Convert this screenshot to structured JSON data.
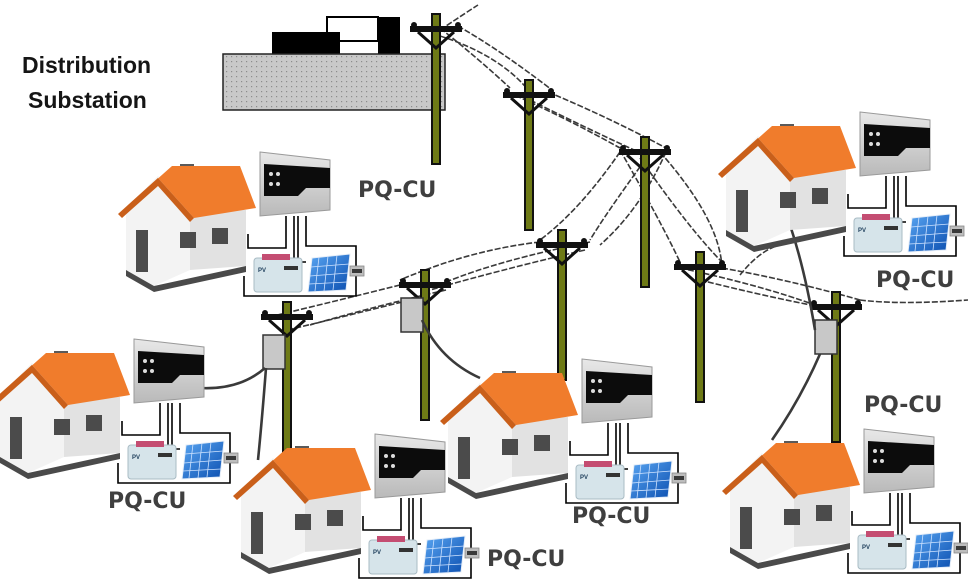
{
  "diagram": {
    "title_line1": "Distribution",
    "title_line2": "Substation",
    "unit_label": "PQ-CU",
    "colors": {
      "roof": "#f07c2c",
      "roof_shadow": "#c95f1a",
      "house_wall": "#f2f2f2",
      "house_side": "#dcdcdc",
      "window": "#4b4b4b",
      "pole": "#6e7a16",
      "pole_outline": "#111111",
      "substation": "#c9c9c9",
      "inverter_body": "#d9d9d9",
      "inverter_panel": "#0c0c0c",
      "battery": "#d6e4ea",
      "solar": "#1f6fd1",
      "transformer": "#c8c8c8",
      "text_dark": "#151515",
      "text_unit": "#3f3f3f"
    },
    "icons": {
      "house": "house-icon",
      "inverter": "inverter-icon",
      "battery": "battery-icon",
      "solar_panel": "solar-panel-icon",
      "meter": "meter-icon",
      "pole": "utility-pole-icon",
      "transformer": "transformer-icon",
      "substation": "substation-icon"
    },
    "nodes": [
      {
        "id": "home-upper-left",
        "label": "PQ-CU"
      },
      {
        "id": "home-upper-right",
        "label": "PQ-CU"
      },
      {
        "id": "home-left",
        "label": "PQ-CU"
      },
      {
        "id": "home-bottom-center-left",
        "label": "PQ-CU"
      },
      {
        "id": "home-center",
        "label": "PQ-CU"
      },
      {
        "id": "home-right",
        "label": "PQ-CU"
      }
    ]
  }
}
